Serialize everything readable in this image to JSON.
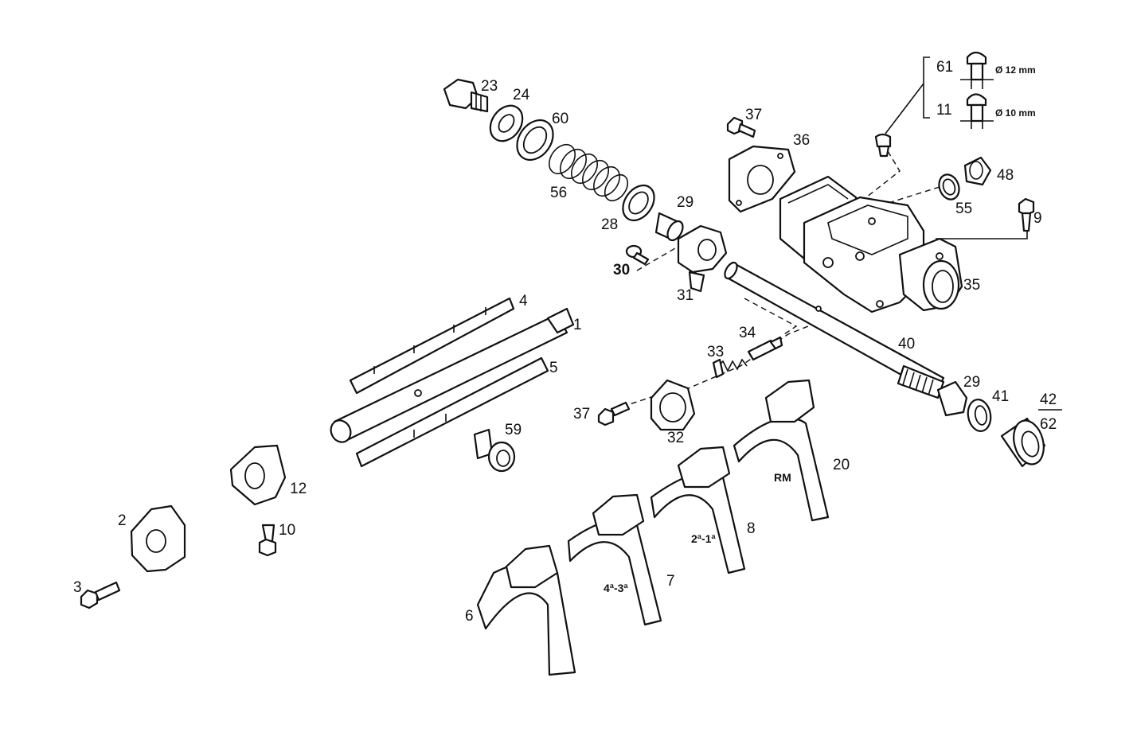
{
  "callouts": {
    "p1": "1",
    "p2": "2",
    "p3": "3",
    "p4": "4",
    "p5": "5",
    "p6": "6",
    "p7": "7",
    "p8": "8",
    "p9": "9",
    "p10": "10",
    "p11": "11",
    "p12": "12",
    "p20": "20",
    "p23": "23",
    "p24": "24",
    "p28": "28",
    "p29a": "29",
    "p29b": "29",
    "p30": "30",
    "p31": "31",
    "p32": "32",
    "p33": "33",
    "p34": "34",
    "p35": "35",
    "p36": "36",
    "p37a": "37",
    "p37b": "37",
    "p40": "40",
    "p41": "41",
    "p42": "42",
    "p62": "62",
    "p48": "48",
    "p55": "55",
    "p56": "56",
    "p59": "59",
    "p60": "60",
    "p61": "61"
  },
  "variants": {
    "v61": "Ø 12 mm",
    "v11": "Ø 10 mm"
  },
  "gear_labels": {
    "rm": "RM",
    "g21": "2ª-1ª",
    "g43": "4ª-3ª"
  }
}
